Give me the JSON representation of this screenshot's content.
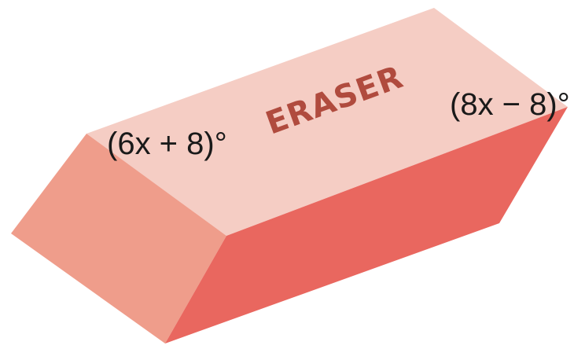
{
  "figure": {
    "label_text": "ERASER",
    "angle_left": "(6x + 8)°",
    "angle_right": "(8x − 8)°"
  },
  "colors": {
    "top_face": "#f5cdc4",
    "left_face": "#ef9d8b",
    "front_face": "#e9675f",
    "label": "#b04b3e"
  }
}
